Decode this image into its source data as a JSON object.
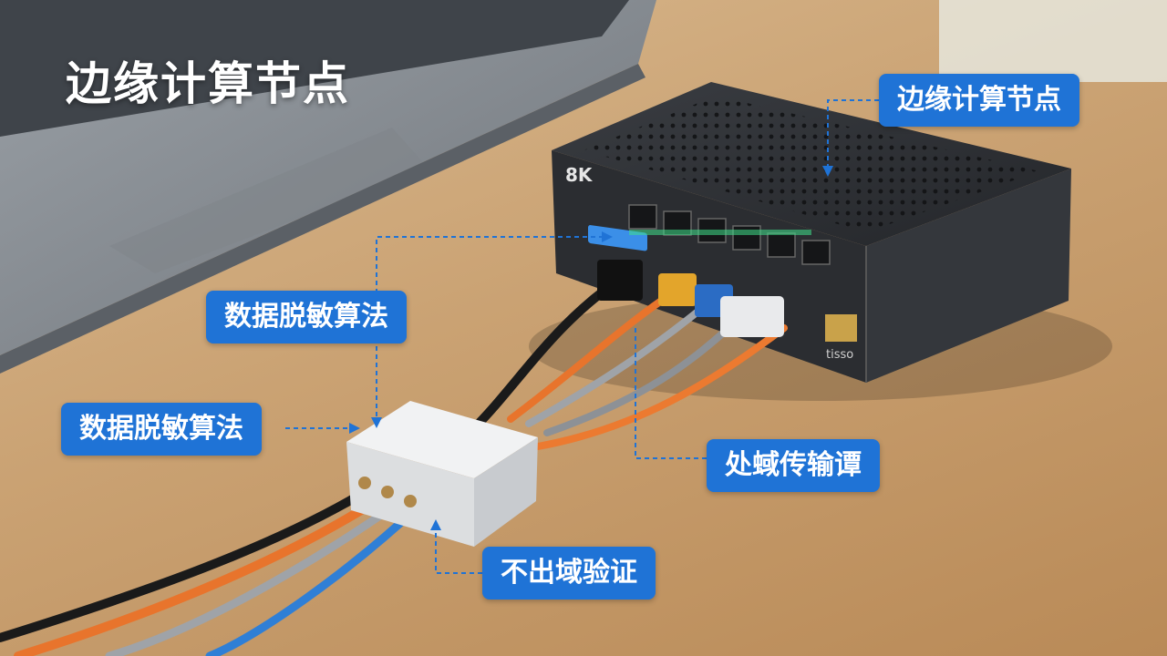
{
  "image": {
    "title": "边缘计算节点",
    "callouts": [
      "边缘计算节点",
      "数据脱敏算法",
      "数据脱敏算法",
      "处蜮传输谭",
      "不出域验证"
    ],
    "device_label": "8K",
    "port_label": "tisso"
  },
  "colors": {
    "callout_bg": "#1f73d6",
    "leader_line": "#1f73d6",
    "title_text": "#ffffff"
  }
}
